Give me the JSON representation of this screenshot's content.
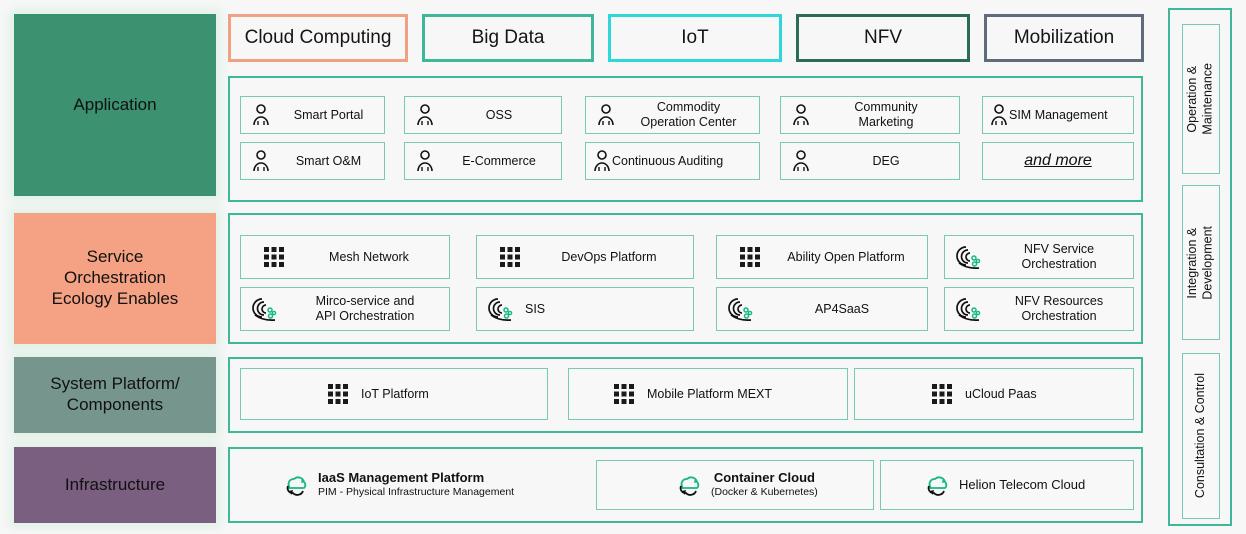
{
  "layers": [
    {
      "id": "application",
      "label": "Application",
      "color": "#3b9170"
    },
    {
      "id": "service-orchestration",
      "label": "Service\nOrchestration\nEcology Enables",
      "color": "#f5a183"
    },
    {
      "id": "system-platform",
      "label": "System Platform/\nComponents",
      "color": "#76958c"
    },
    {
      "id": "infrastructure",
      "label": "Infrastructure",
      "color": "#7a5f80"
    }
  ],
  "tags": [
    {
      "label": "Cloud Computing",
      "border": "#f0a183"
    },
    {
      "label": "Big Data",
      "border": "#3fb79a"
    },
    {
      "label": "IoT",
      "border": "#2fd8d8"
    },
    {
      "label": "NFV",
      "border": "#2c6b55"
    },
    {
      "label": "Mobilization",
      "border": "#5d6b7a"
    }
  ],
  "application_items": [
    {
      "label": "Smart Portal",
      "icon": "person-icon"
    },
    {
      "label": "OSS",
      "icon": "person-icon"
    },
    {
      "label": "Commodity\nOperation Center",
      "icon": "person-icon"
    },
    {
      "label": "Community\nMarketing",
      "icon": "person-icon"
    },
    {
      "label": "SIM Management",
      "icon": "person-icon"
    },
    {
      "label": "Smart O&M",
      "icon": "person-icon"
    },
    {
      "label": "E-Commerce",
      "icon": "person-icon"
    },
    {
      "label": "Continuous Auditing",
      "icon": "person-icon"
    },
    {
      "label": "DEG",
      "icon": "person-icon"
    },
    {
      "label": "and more",
      "icon": "none"
    }
  ],
  "service_items": [
    {
      "label": "Mesh Network",
      "icon": "grid-icon"
    },
    {
      "label": "DevOps Platform",
      "icon": "grid-icon"
    },
    {
      "label": "Ability Open Platform",
      "icon": "grid-icon"
    },
    {
      "label": "NFV Service\nOrchestration",
      "icon": "orchestration-icon"
    },
    {
      "label": "Mirco-service and\nAPI Orchestration",
      "icon": "orchestration-icon"
    },
    {
      "label": "SIS",
      "icon": "orchestration-icon"
    },
    {
      "label": "AP4SaaS",
      "icon": "orchestration-icon"
    },
    {
      "label": "NFV Resources\nOrchestration",
      "icon": "orchestration-icon"
    }
  ],
  "system_items": [
    {
      "label": "IoT Platform",
      "icon": "grid-icon"
    },
    {
      "label": "Mobile Platform MEXT",
      "icon": "grid-icon"
    },
    {
      "label": "uCloud Paas",
      "icon": "grid-icon"
    }
  ],
  "infrastructure_items": [
    {
      "title": "IaaS Management Platform",
      "subtitle": "PIM - Physical Infrastructure Management",
      "icon": "cloud-icon",
      "boxed": false
    },
    {
      "title": "Container Cloud",
      "subtitle": "(Docker & Kubernetes)",
      "icon": "cloud-icon",
      "boxed": true
    },
    {
      "title": "Helion Telecom Cloud",
      "subtitle": "",
      "icon": "cloud-icon",
      "boxed": true
    }
  ],
  "sidebar": [
    {
      "label": "Operation &\nMaintenance"
    },
    {
      "label": "Integration &\nDevelopment"
    },
    {
      "label": "Consultation & Control"
    }
  ],
  "theme": {
    "accent": "#3fb79a",
    "panel_bg": "#f7f7f7",
    "cell_border": "#79c9b5"
  }
}
